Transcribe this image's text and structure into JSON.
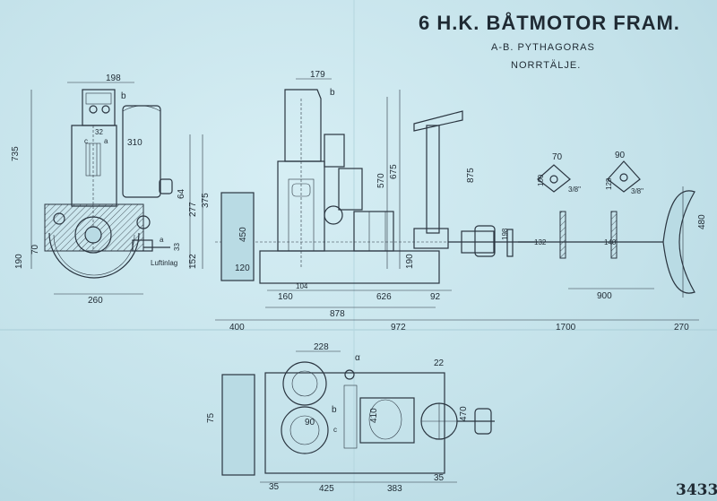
{
  "title": "6 H.K. BÅTMOTOR FRAM.",
  "subtitle_1": "A-B. PYTHAGORAS",
  "subtitle_2": "NORRTÄLJE.",
  "sheet_number": "3433",
  "labels": {
    "luftinlag": "Luftinlag",
    "a": "a",
    "b": "b",
    "c": "c",
    "d": "d",
    "a_plan": "α",
    "b_plan": "b",
    "c_plan": "c"
  },
  "dims": {
    "d198": "198",
    "d735": "735",
    "d310": "310",
    "d32": "32",
    "d64": "64",
    "d277": "277",
    "d375": "375",
    "d152": "152",
    "d33": "33",
    "d70": "70",
    "d190l": "190",
    "d260": "260",
    "d179": "179",
    "d450": "450",
    "d120": "120",
    "d570": "570",
    "d675": "675",
    "d190m": "190",
    "d104": "104",
    "d160": "160",
    "d626": "626",
    "d92": "92",
    "d878": "878",
    "d400": "400",
    "d972": "972",
    "d875": "875",
    "d70f": "70",
    "d100": "100",
    "d3_8a": "3/8\"",
    "d90f": "90",
    "d128": "128",
    "d3_8b": "3/8\"",
    "d198s": "198",
    "d132": "132",
    "d140": "140",
    "d480": "480",
    "d900": "900",
    "d1700": "1700",
    "d270": "270",
    "d228": "228",
    "d22": "22",
    "d75": "75",
    "d90p": "90",
    "d410": "410",
    "d470": "470",
    "d35a": "35",
    "d425": "425",
    "d383": "383",
    "d35b": "35"
  }
}
